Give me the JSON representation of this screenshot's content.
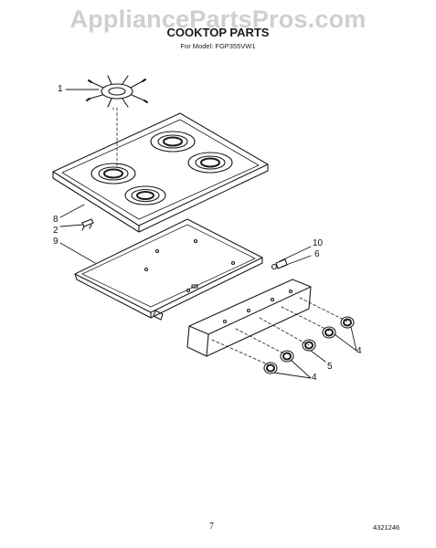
{
  "watermark": "AppliancePartsPros.com",
  "header": {
    "title": "COOKTOP PARTS",
    "model_line": "For Model: FGP355VW1"
  },
  "callouts": {
    "c1": "1",
    "c8": "8",
    "c2": "2",
    "c9": "9",
    "c10": "10",
    "c6": "6",
    "c4a": "4",
    "c5": "5",
    "c4b": "4"
  },
  "footer": {
    "page_number": "7",
    "document_number": "4321246"
  }
}
